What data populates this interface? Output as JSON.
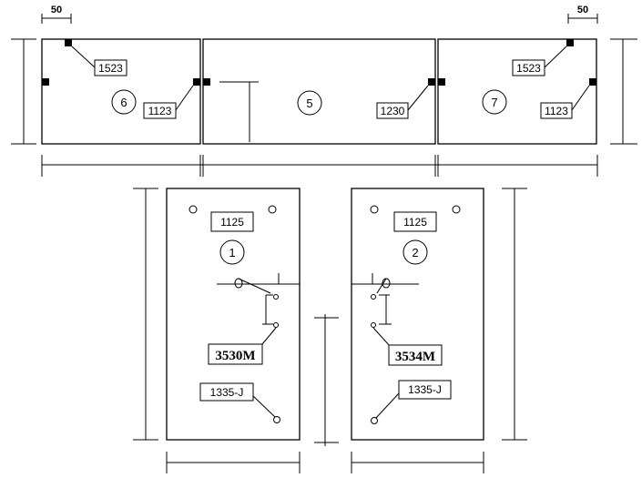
{
  "dimensions": {
    "top_left": "50",
    "top_right": "50"
  },
  "panels": {
    "p6": {
      "number": "6",
      "tag_a": "1523",
      "tag_b": "1123"
    },
    "p5": {
      "number": "5",
      "tag_a": "1230"
    },
    "p7": {
      "number": "7",
      "tag_a": "1523",
      "tag_b": "1123"
    },
    "p1": {
      "number": "1",
      "tag_top": "1125",
      "part": "3530M",
      "tag_bottom": "1335-J"
    },
    "p2": {
      "number": "2",
      "tag_top": "1125",
      "part": "3534M",
      "tag_bottom": "1335-J"
    }
  }
}
